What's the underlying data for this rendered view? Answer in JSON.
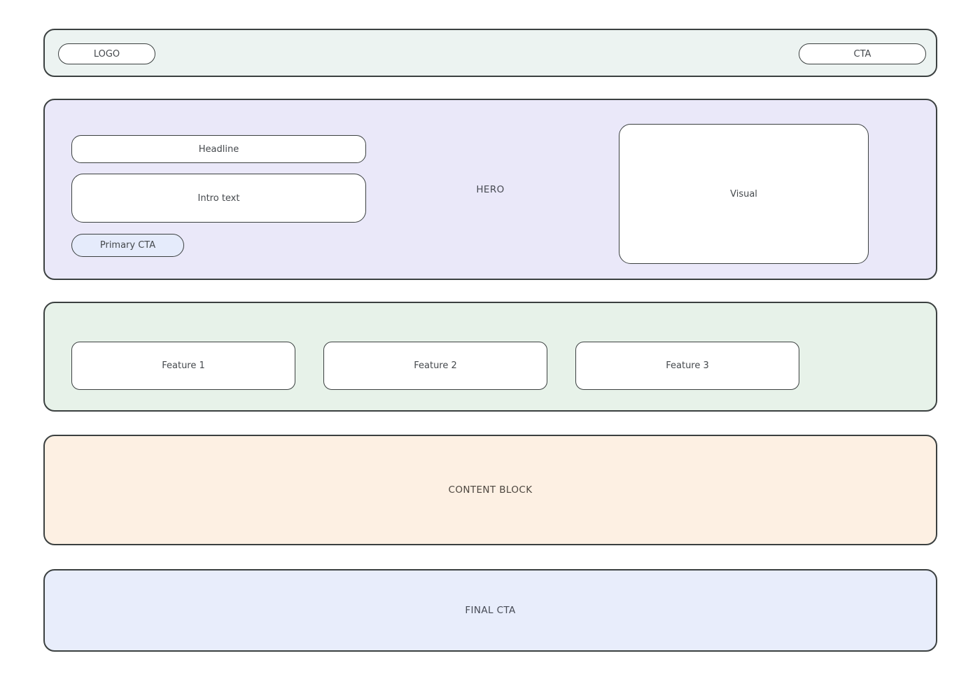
{
  "header": {
    "logo_label": "LOGO",
    "cta_label": "CTA"
  },
  "hero": {
    "section_label": "HERO",
    "headline_label": "Headline",
    "intro_label": "Intro text",
    "primary_cta_label": "Primary CTA",
    "visual_label": "Visual"
  },
  "features": {
    "items": [
      {
        "label": "Feature 1"
      },
      {
        "label": "Feature 2"
      },
      {
        "label": "Feature 3"
      }
    ]
  },
  "content_block": {
    "label": "CONTENT BLOCK"
  },
  "final_cta": {
    "label": "FINAL CTA"
  },
  "colors": {
    "header_bg": "#ecf3f1",
    "hero_bg": "#eae8f9",
    "features_bg": "#e7f2e9",
    "content_bg": "#fdf0e3",
    "final_bg": "#e8edfb",
    "primary_cta_bg": "#e5ebfb",
    "card_bg": "#ffffff",
    "border": "#3b4040",
    "text": "#45494d"
  }
}
